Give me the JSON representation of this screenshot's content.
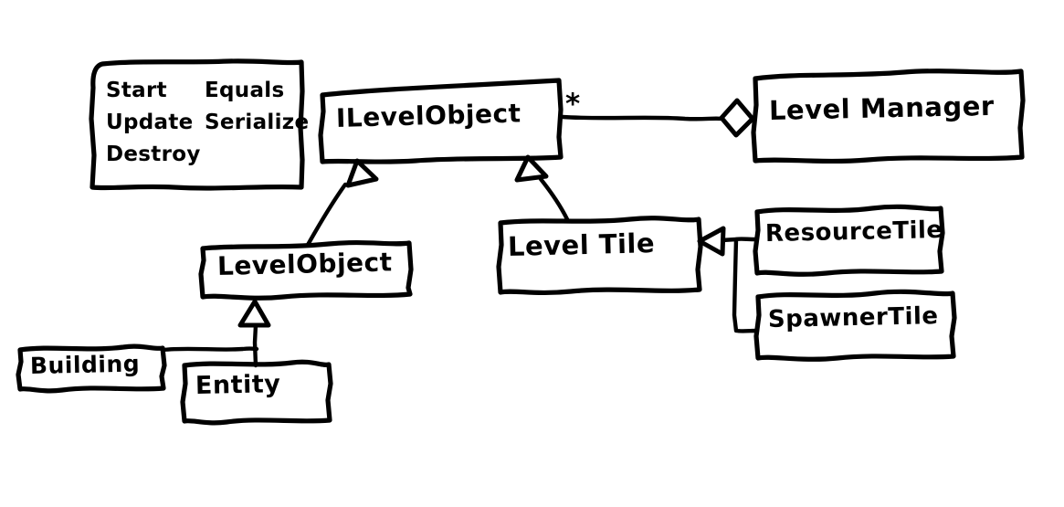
{
  "diagram": {
    "title": "Level system class diagram",
    "style": "hand-drawn whiteboard sketch",
    "stroke_color": "#000000",
    "background_color": "#ffffff"
  },
  "methods_box": {
    "name": "methods-list",
    "column_left": [
      "Start",
      "Update",
      "Destroy"
    ],
    "column_right": [
      "Equals",
      "Serialize"
    ]
  },
  "classes": {
    "ilevelobject": {
      "label": "ILevelObject"
    },
    "levelmanager": {
      "label": "Level Manager"
    },
    "levelobject": {
      "label": "LevelObject"
    },
    "leveltile": {
      "label": "Level Tile"
    },
    "resourcetile": {
      "label": "ResourceTile"
    },
    "spawnertile": {
      "label": "SpawnerTile"
    },
    "building": {
      "label": "Building"
    },
    "entity": {
      "label": "Entity"
    }
  },
  "multiplicity": {
    "ilevelobject_to_levelmanager": "*"
  },
  "relationships": [
    {
      "name": "aggregation-levelmanager-ilevelobject",
      "from": "Level Manager",
      "to": "ILevelObject",
      "type": "aggregation",
      "multiplicity": "*"
    },
    {
      "name": "inheritance-levelobject-ilevelobject",
      "from": "LevelObject",
      "to": "ILevelObject",
      "type": "generalization"
    },
    {
      "name": "inheritance-leveltile-ilevelobject",
      "from": "Level Tile",
      "to": "ILevelObject",
      "type": "generalization"
    },
    {
      "name": "inheritance-entity-levelobject",
      "from": "Entity",
      "to": "LevelObject",
      "type": "generalization"
    },
    {
      "name": "inheritance-building-levelobject",
      "from": "Building",
      "to": "LevelObject",
      "type": "generalization"
    },
    {
      "name": "inheritance-resourcetile-leveltile",
      "from": "ResourceTile",
      "to": "Level Tile",
      "type": "generalization"
    },
    {
      "name": "inheritance-spawnertile-leveltile",
      "from": "SpawnerTile",
      "to": "Level Tile",
      "type": "generalization"
    }
  ]
}
